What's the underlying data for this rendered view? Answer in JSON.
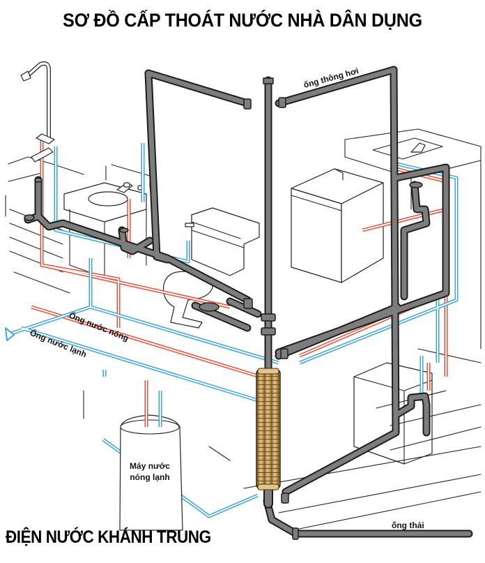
{
  "title": "SƠ ĐỒ CẤP THOÁT NƯỚC NHÀ DÂN DỤNG",
  "footer": "ĐIỆN NƯỚC KHÁNH TRUNG",
  "labels": {
    "vent_pipe": "ống thông hơi",
    "hot_water_pipe": "Ống nước nóng",
    "cold_water_pipe": "Ống nước lạnh",
    "water_heater_line1": "Máy nước",
    "water_heater_line2": "nóng lạnh",
    "waste_pipe": "ống thải"
  },
  "colors": {
    "hot_water": "#e8503a",
    "cold_water": "#3aa6dc",
    "drain_pipe": "#7d7d7d",
    "drain_outline": "#1c1c1c",
    "stack_coupling": "#c9a060"
  },
  "components": [
    "shower",
    "bathtub",
    "washbasin",
    "toilet",
    "kitchen-sink",
    "dishwasher",
    "washing-machine",
    "water-heater",
    "soil-stack",
    "vent-pipe",
    "waste-pipe"
  ]
}
